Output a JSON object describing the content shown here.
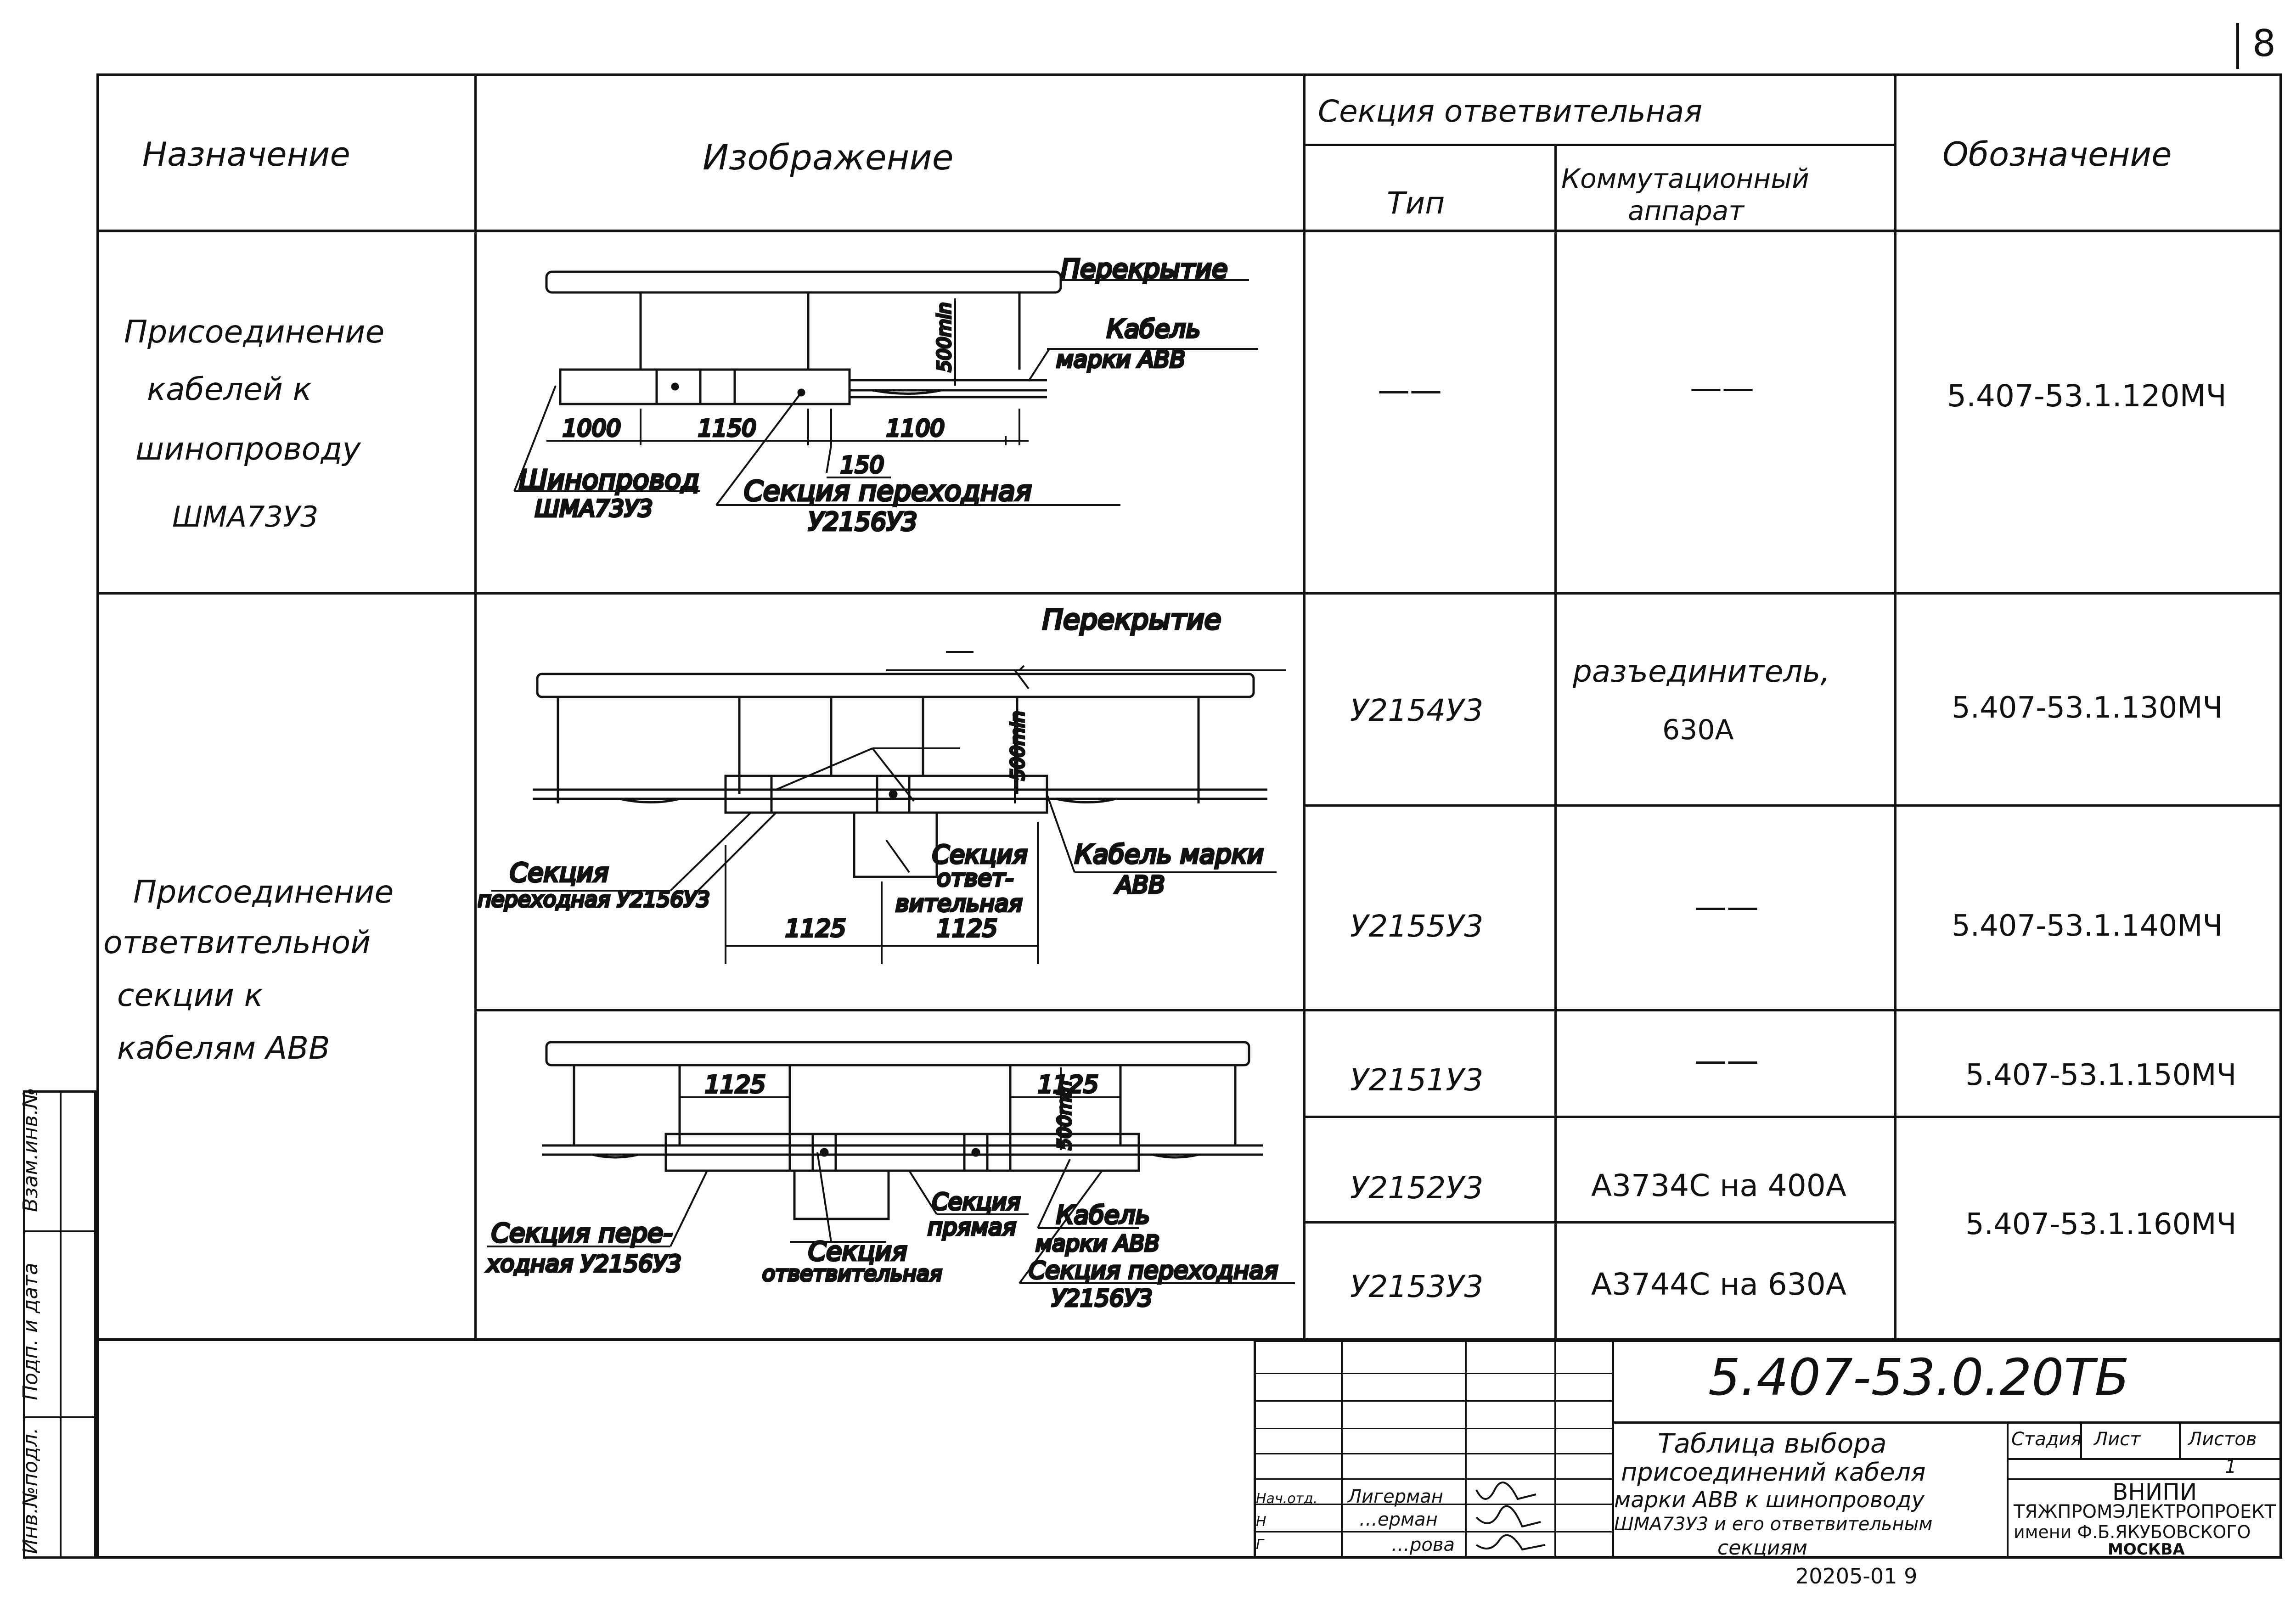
{
  "page_number": "8",
  "table": {
    "headers": {
      "purpose": "Назначение",
      "image": "Изображение",
      "section_group": "Секция ответвительная",
      "type": "Тип",
      "apparatus_line1": "Коммутационный",
      "apparatus_line2": "аппарат",
      "designation": "Обозначение"
    },
    "rows": [
      {
        "purpose_lines": [
          "Присоединение",
          "кабелей к",
          "шинопроводу",
          "ШМА73У3"
        ],
        "type": "——",
        "apparatus": "——",
        "designation": "5.407-53.1.120МЧ"
      },
      {
        "purpose_lines": [
          "Присоединение",
          "ответвительной",
          "секции к",
          "кабелям АВВ"
        ],
        "sub_rows": [
          {
            "type": "У2154У3",
            "apparatus_line1": "разъединитель,",
            "apparatus_line2": "630А",
            "designation": "5.407-53.1.130МЧ"
          },
          {
            "type": "У2155У3",
            "apparatus": "——",
            "designation": "5.407-53.1.140МЧ"
          },
          {
            "type": "У2151У3",
            "apparatus": "——",
            "designation": "5.407-53.1.150МЧ"
          },
          {
            "type": "У2152У3",
            "apparatus": "А3734С на 400А",
            "designation": "5.407-53.1.160МЧ"
          },
          {
            "type": "У2153У3",
            "apparatus": "А3744С на 630А"
          }
        ]
      }
    ]
  },
  "drawing1": {
    "overlap": "Перекрытие",
    "cable_line1": "Кабель",
    "cable_line2": "марки АВВ",
    "height": "500min",
    "dim_1000": "1000",
    "dim_1150": "1150",
    "dim_1100": "1100",
    "dim_150": "150",
    "busbar_line1": "Шинопровод",
    "busbar_line2": "ШМА73У3",
    "transition_line1": "Секция переходная",
    "transition_line2": "У2156У3"
  },
  "drawing2": {
    "overlap": "Перекрытие",
    "height": "500min",
    "section_left_line1": "Секция",
    "section_left_line2": "переходная У2156У3",
    "section_branch_line1": "Секция",
    "section_branch_line2": "ответ-",
    "section_branch_line3": "вительная",
    "cable_line1": "Кабель марки",
    "cable_line2": "АВВ",
    "dim_left": "1125",
    "dim_right": "1125"
  },
  "drawing3": {
    "height": "500min",
    "dim_left": "1125",
    "dim_right": "1125",
    "section_left_line1": "Секция пере-",
    "section_left_line2": "ходная У2156У3",
    "section_direct_line1": "Секция",
    "section_direct_line2": "прямая",
    "section_branch_line1": "Секция",
    "section_branch_line2": "ответвительная",
    "cable_line1": "Кабель",
    "cable_line2": "марки АВВ",
    "transition_line1": "Секция переходная",
    "transition_line2": "У2156У3"
  },
  "title_block": {
    "code": "5.407-53.0.20ТБ",
    "title_lines": [
      "Таблица выбора",
      "присоединений кабеля",
      "марки АВВ к шинопроводу",
      "ШМА73У3 и его ответвительным",
      "секциям"
    ],
    "stage_label": "Стадия",
    "sheet_label": "Лист",
    "sheets_label": "Листов",
    "sheets_value": "1",
    "org_lines": [
      "ВНИПИ",
      "ТЯЖПРОМЭЛЕКТРОПРОЕКТ",
      "имени Ф.Б.ЯКУБОВСКОГО",
      "МОСКВА"
    ],
    "signature_labels": [
      "Нач.отд.",
      "Н",
      "Г"
    ],
    "signature_names": [
      "Лигерман",
      "…ерман",
      "…рова"
    ]
  },
  "side_stamp": {
    "cells": [
      "Взам.инв.№",
      "Подп. и дата",
      "Инв.№подл."
    ]
  },
  "footer_code": "20205-01  9"
}
